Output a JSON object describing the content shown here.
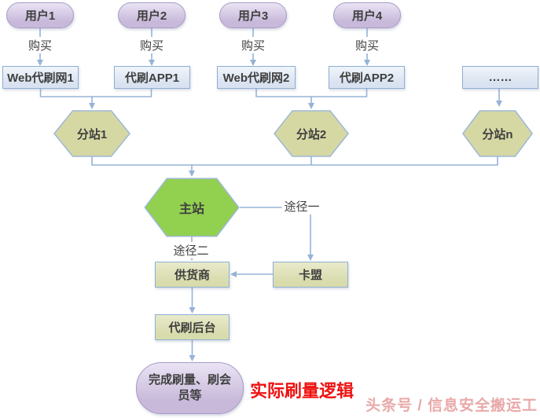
{
  "colors": {
    "connector": "#95b3d7",
    "blue-border": "#8fafd4",
    "pill-fill": "#c8b9da",
    "pill-light": "#eae4f4",
    "pill-border": "#a89bc6",
    "box-blue": "#d9e2f0",
    "box-blue-light": "#f0f5fb",
    "hex-fill": "#d6d8a4",
    "hex-border": "#9db8d6",
    "main-fill": "#92d050",
    "olive": "#d8dbab",
    "olive-light": "#e8eacb",
    "text": "#3f3f3f",
    "caption": "#ee1111",
    "watermark": "#e9a9a9"
  },
  "diagram": {
    "users": [
      "用户1",
      "用户2",
      "用户3",
      "用户4"
    ],
    "purchase_label": "购买",
    "channels": [
      "Web代刷网1",
      "代刷APP1",
      "Web代刷网2",
      "代刷APP2",
      "……"
    ],
    "substations": [
      "分站1",
      "分站2",
      "分站n"
    ],
    "main_station": "主站",
    "route1_label": "途径一",
    "route2_label": "途径二",
    "supplier": "供货商",
    "card_platform": "卡盟",
    "backend": "代刷后台",
    "result": "完成刷量、刷会员等",
    "caption": "实际刷量逻辑",
    "watermark": "头条号 / 信息安全搬运工"
  }
}
